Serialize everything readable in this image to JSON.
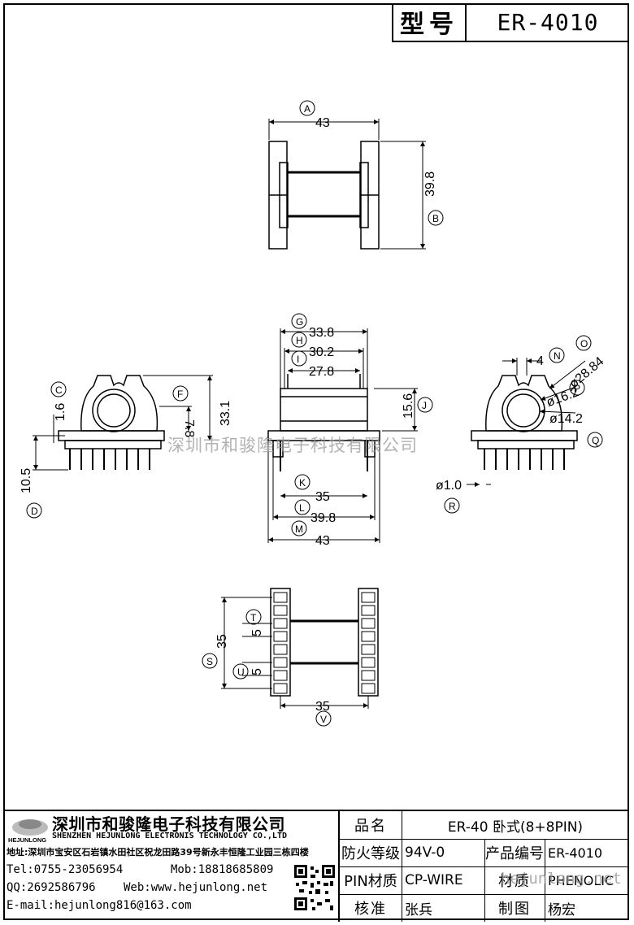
{
  "header": {
    "model_label": "型号",
    "model_value": "ER-4010"
  },
  "views": {
    "top": {
      "dim_a": "43",
      "dim_b": "39.8",
      "callout_a": "A",
      "callout_b": "B"
    },
    "left": {
      "dim_c": "1.6",
      "dim_d": "10.5",
      "dim_f": "7.8",
      "dim_total": "33.1",
      "callout_c": "C",
      "callout_d": "D",
      "callout_f": "F"
    },
    "front": {
      "dim_g": "33.8",
      "dim_h": "30.2",
      "dim_i": "27.8",
      "dim_j": "15.6",
      "dim_k": "35",
      "dim_l": "39.8",
      "dim_m": "43",
      "callout_g": "G",
      "callout_h": "H",
      "callout_i": "I",
      "callout_j": "J",
      "callout_k": "K",
      "callout_l": "L",
      "callout_m": "M"
    },
    "right": {
      "dim_n": "4",
      "dim_o": "ø28.84",
      "dim_p": "ø16.2",
      "dim_p2": "ø14.2",
      "dim_r": "ø1.0",
      "callout_n": "N",
      "callout_o": "O",
      "callout_p": "P",
      "callout_q": "Q",
      "callout_r": "R"
    },
    "bottom": {
      "dim_s": "35",
      "dim_t": "5",
      "dim_u": "5",
      "dim_v": "35",
      "callout_s": "S",
      "callout_t": "T",
      "callout_u": "U",
      "callout_v": "V"
    }
  },
  "watermark": {
    "company": "深圳市和骏隆电子科技有限公司",
    "url": "hejunlong.net"
  },
  "company": {
    "logo_text": "HEJUNLONG",
    "name_cn": "深圳市和骏隆电子科技有限公司",
    "name_en": "SHENZHEN HEJUNLONG ELECTRONIS TECHNOLOGY CO.,LTD",
    "address": "地址:深圳市宝安区石岩镇水田社区祝龙田路39号新永丰恒隆工业园三栋四楼",
    "tel": "Tel:0755-23056954",
    "mob": "Mob:18818685809",
    "qq": "QQ:2692586796",
    "web": "Web:www.hejunlong.net",
    "email": "E-mail:hejunlong816@163.com"
  },
  "info": {
    "product_name_label": "品名",
    "product_name_value": "ER-40 卧式(8+8PIN)",
    "fire_rating_label": "防火等级",
    "fire_rating_value": "94V-0",
    "product_code_label": "产品编号",
    "product_code_value": "ER-4010",
    "pin_material_label": "PIN材质",
    "pin_material_value": "CP-WIRE",
    "material_label": "材质",
    "material_value": "PHENOLIC",
    "reviewer_label": "核准",
    "reviewer_value": "张兵",
    "drafter_label": "制图",
    "drafter_value": "杨宏"
  }
}
